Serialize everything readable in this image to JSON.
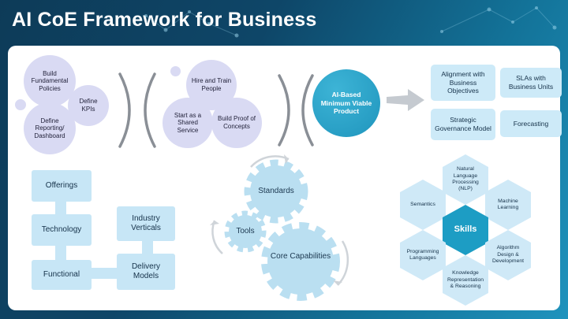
{
  "title": "AI CoE Framework for Business",
  "policies": {
    "build": "Build Fundamental Policies",
    "kpis": "Define KPIs",
    "reporting": "Define Reporting/ Dashboard"
  },
  "people": {
    "hire": "Hire and Train People",
    "shared": "Start as a Shared Service",
    "poc": "Build Proof of Concepts"
  },
  "mvp": "AI-Based Minimum Viable Product",
  "outcomes": [
    "Alignment with Business Objectives",
    "SLAs with Business Units",
    "Strategic Governance Model",
    "Forecasting"
  ],
  "stack": [
    "Offerings",
    "Technology",
    "Functional"
  ],
  "side_stack": [
    "Industry Verticals",
    "Delivery Models"
  ],
  "gears": [
    "Standards",
    "Tools",
    "Core Capabilities"
  ],
  "skills": {
    "center": "Skills",
    "nlp": "Natural Language Processing (NLP)",
    "semantics": "Semantics",
    "ml": "Machine Learning",
    "programming": "Programming Languages",
    "algorithm": "Algorithm Design & Development",
    "knowledge": "Knowledge Representation & Reasoning"
  },
  "colors": {
    "header_dark": "#0d3b58",
    "accent_teal": "#1d9dc4",
    "lavender": "#d9daf3",
    "light_blue": "#c7e6f6"
  }
}
